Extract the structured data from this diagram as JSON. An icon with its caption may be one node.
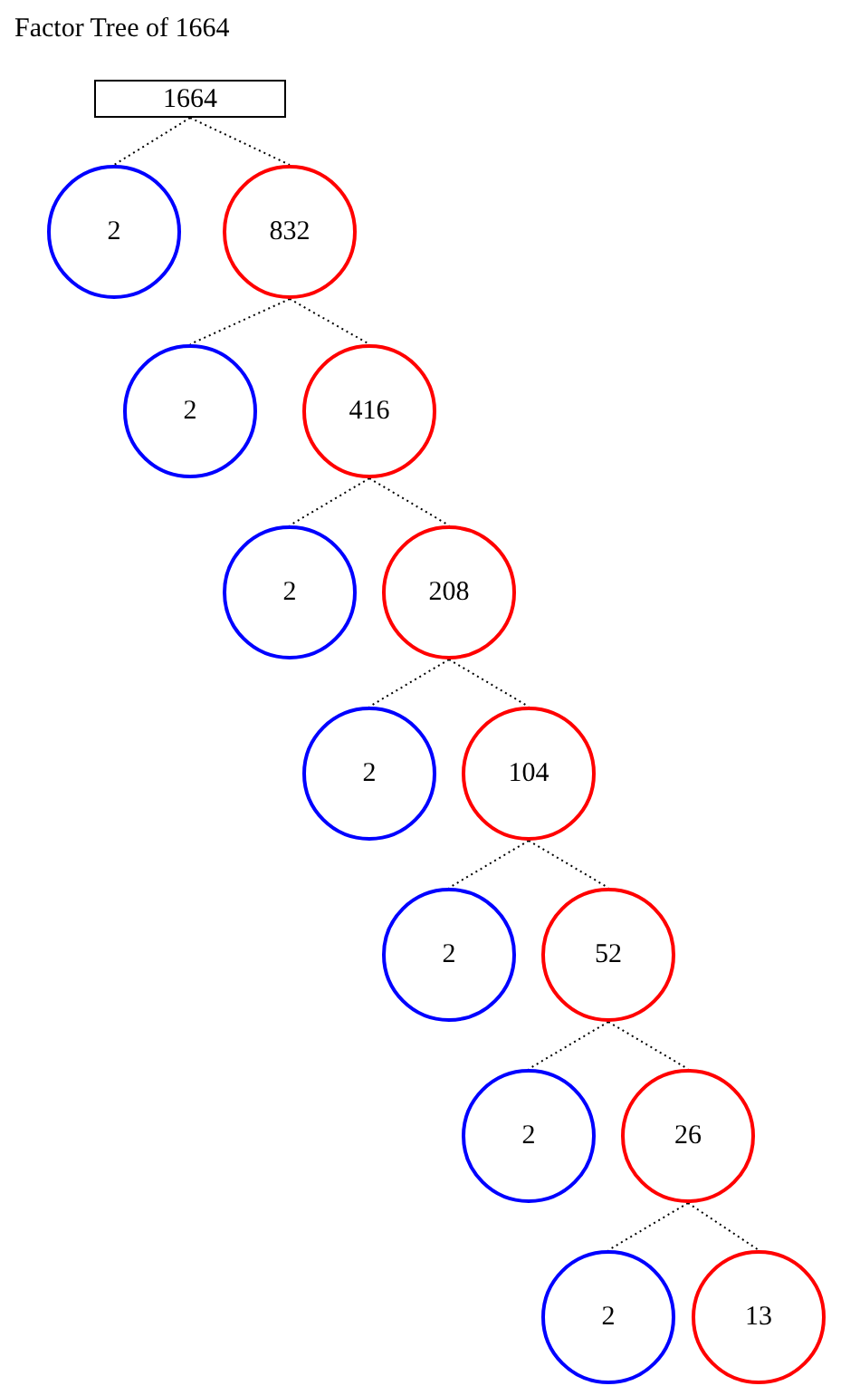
{
  "diagram": {
    "title": "Factor Tree of 1664",
    "nodes": [
      {
        "text": [
          "1664"
        ]
      },
      {
        "text": [
          "2"
        ]
      },
      {
        "text": [
          "832"
        ]
      },
      {
        "text": [
          "2"
        ]
      },
      {
        "text": [
          "416"
        ]
      },
      {
        "text": [
          "2"
        ]
      },
      {
        "text": [
          "208"
        ]
      },
      {
        "text": [
          "2"
        ]
      },
      {
        "text": [
          "104"
        ]
      },
      {
        "text": [
          "2"
        ]
      },
      {
        "text": [
          "52"
        ]
      },
      {
        "text": [
          "2"
        ]
      },
      {
        "text": [
          "26"
        ]
      },
      {
        "text": [
          "2"
        ]
      },
      {
        "text": [
          "13"
        ]
      }
    ],
    "edges": [
      {
        "from": 0,
        "to": 1,
        "arrow": "none",
        "style": "dashed"
      },
      {
        "from": 0,
        "to": 2,
        "arrow": "none",
        "style": "dashed"
      },
      {
        "from": 2,
        "to": 3,
        "arrow": "none",
        "style": "dashed"
      },
      {
        "from": 2,
        "to": 4,
        "arrow": "none",
        "style": "dashed"
      },
      {
        "from": 4,
        "to": 5,
        "arrow": "none",
        "style": "dashed"
      },
      {
        "from": 4,
        "to": 6,
        "arrow": "none",
        "style": "dashed"
      },
      {
        "from": 6,
        "to": 7,
        "arrow": "none",
        "style": "dashed"
      },
      {
        "from": 6,
        "to": 8,
        "arrow": "none",
        "style": "dashed"
      },
      {
        "from": 8,
        "to": 9,
        "arrow": "none",
        "style": "dashed"
      },
      {
        "from": 8,
        "to": 10,
        "arrow": "none",
        "style": "dashed"
      },
      {
        "from": 10,
        "to": 11,
        "arrow": "none",
        "style": "dashed"
      },
      {
        "from": 10,
        "to": 12,
        "arrow": "none",
        "style": "dashed"
      },
      {
        "from": 12,
        "to": 13,
        "arrow": "none",
        "style": "dashed"
      },
      {
        "from": 12,
        "to": 14,
        "arrow": "none",
        "style": "dashed"
      }
    ]
  }
}
